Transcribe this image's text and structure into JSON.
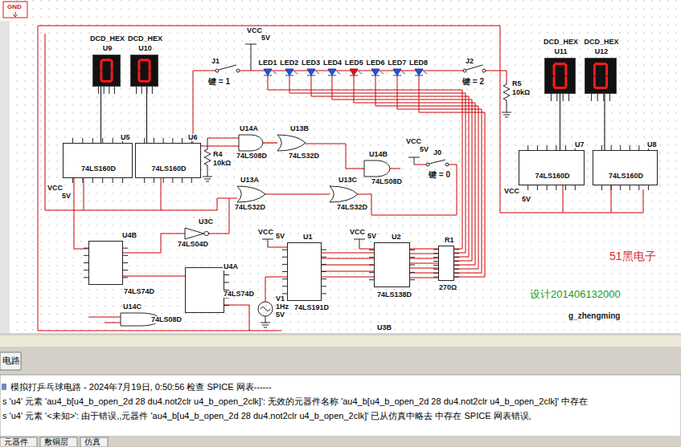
{
  "diagram": {
    "nodes": [
      {
        "text": [
          "DCD_HEX",
          "U9"
        ]
      },
      {
        "text": [
          "DCD_HEX",
          "U10"
        ]
      },
      {
        "text": [
          "DCD_HEX",
          "U11"
        ]
      },
      {
        "text": [
          "DCD_HEX",
          "U12"
        ]
      },
      {
        "text": [
          "U5",
          "74LS160D"
        ]
      },
      {
        "text": [
          "U6",
          "74LS160D"
        ]
      },
      {
        "text": [
          "U14A",
          "74LS08D"
        ]
      },
      {
        "text": [
          "U13B",
          "74LS32D"
        ]
      },
      {
        "text": [
          "U14B",
          "74LS08D"
        ]
      },
      {
        "text": [
          "U7",
          "74LS160D"
        ]
      },
      {
        "text": [
          "U8",
          "74LS160D"
        ]
      },
      {
        "text": [
          "U13A",
          "74LS32D"
        ]
      },
      {
        "text": [
          "U13C",
          "74LS32D"
        ]
      },
      {
        "text": [
          "U3C",
          "74LS04D"
        ]
      },
      {
        "text": [
          "U4B",
          "74LS74D"
        ]
      },
      {
        "text": [
          "U1",
          "74LS191D"
        ]
      },
      {
        "text": [
          "U2",
          "74LS138D"
        ]
      },
      {
        "text": [
          "R1",
          "270Ω"
        ]
      },
      {
        "text": [
          "U4A",
          "74LS74D"
        ]
      },
      {
        "text": [
          "U14C",
          "74LS08D"
        ]
      }
    ],
    "edges": [
      {
        "from": 4,
        "to": 0,
        "arrow": "none"
      },
      {
        "from": 5,
        "to": 1,
        "arrow": "none"
      },
      {
        "from": 9,
        "to": 2,
        "arrow": "none"
      },
      {
        "from": 10,
        "to": 3,
        "arrow": "none"
      },
      {
        "from": 6,
        "to": 7,
        "arrow": "none"
      },
      {
        "from": 11,
        "to": 12,
        "arrow": "none"
      },
      {
        "from": 15,
        "to": 16,
        "arrow": "none"
      },
      {
        "from": 16,
        "to": 17,
        "arrow": "none"
      },
      {
        "from": 14,
        "to": 18,
        "arrow": "none"
      }
    ],
    "labels": [
      "GND",
      "VCC",
      "5V",
      "J1",
      "键 = 1",
      "LED1",
      "LED2",
      "LED3",
      "LED4",
      "LED5",
      "LED6",
      "LED7",
      "LED8",
      "J2",
      "键 = 2",
      "R5",
      "10kΩ",
      "R4",
      "10kΩ",
      "VCC",
      "5V",
      "J0",
      "键 = 0",
      "VCC",
      "5V",
      "VCC",
      "5V",
      "VCC",
      "5V",
      "V1",
      "1Hz",
      "5V",
      "VCC",
      "5V",
      "U3B",
      "51黑电子",
      "设计201406132000",
      "g_zhengming",
      "电路",
      "模拟打乒乓球电路 - 2024年7月19日, 0:50:56 检查 SPICE 网表------",
      "s 'u4' 元素 'au4_b[u4_b_open_2d 28 du4.not2clr u4_b_open_2clk]': 无效的元器件名称 'au4_b[u4_b_open_2d 28 du4.not2clr u4_b_open_2clk]' 中存在",
      "s 'u4' 元素 '<未知>': 由于错误,,元器件 'au4_b[u4_b_open_2d 28 du4.not2clr u4_b_open_2clk]' 已从仿真中略去 中存在 SPICE 网表错误,",
      "元器件",
      "敷铜层",
      "仿真"
    ]
  }
}
